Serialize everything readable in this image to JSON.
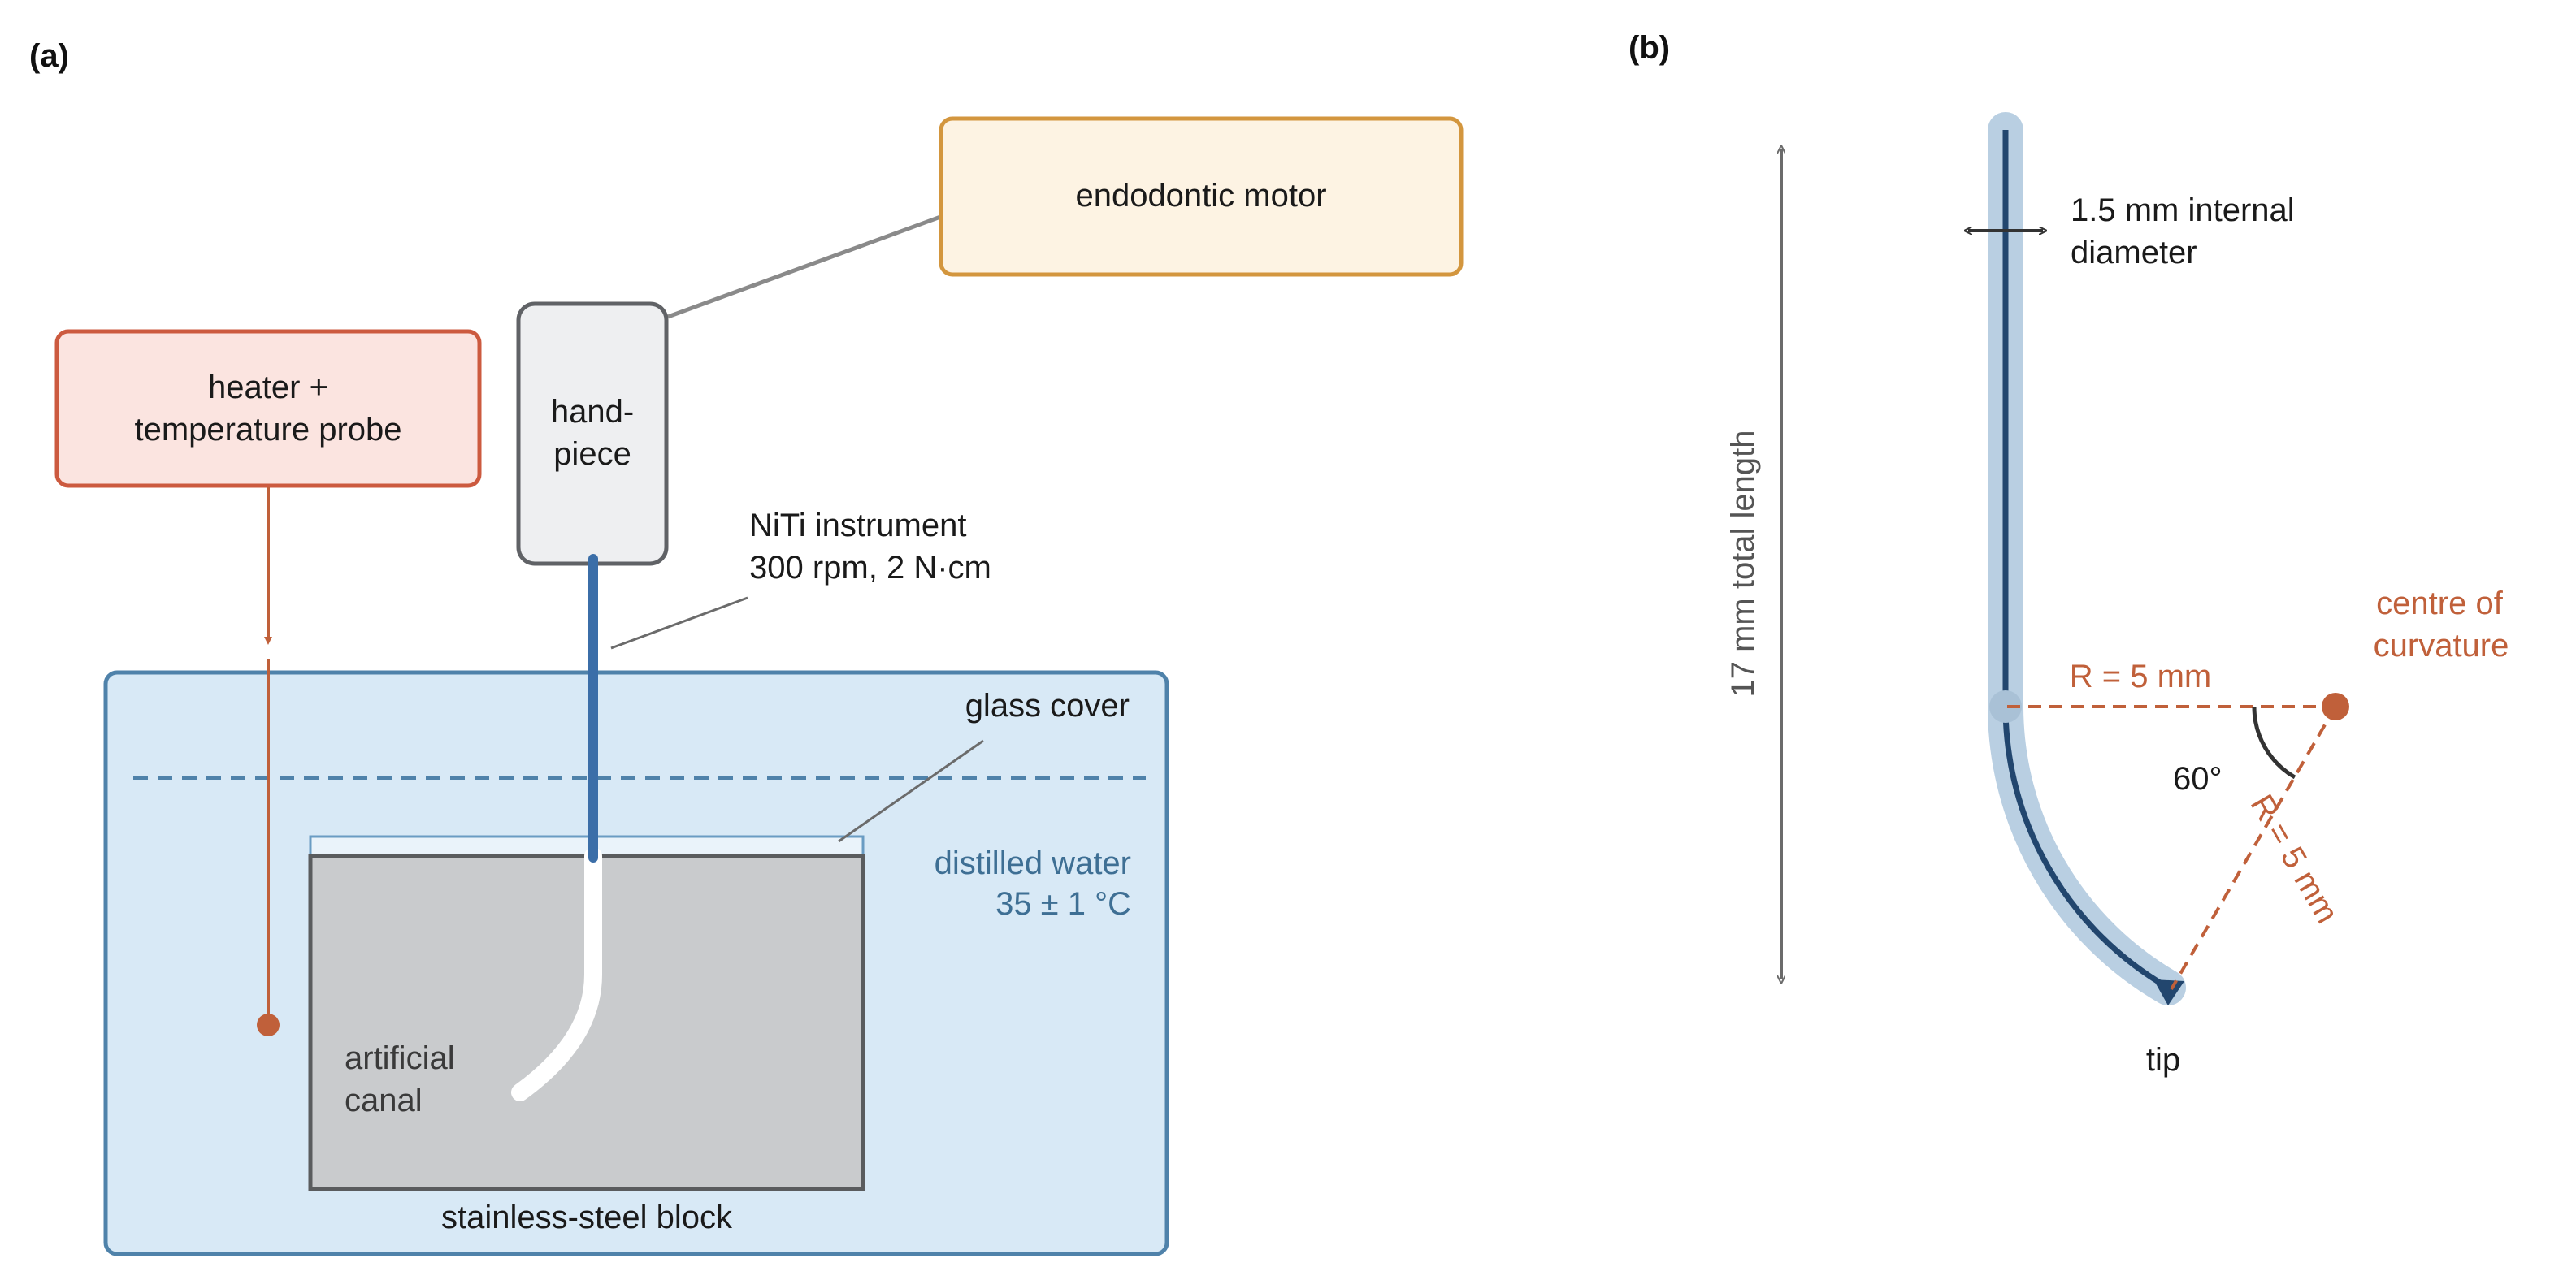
{
  "panel_a": {
    "label": "(a)",
    "motor_label": "endodontic motor",
    "heater_label_line1": "heater +",
    "heater_label_line2": "temperature probe",
    "handpiece_line1": "hand-",
    "handpiece_line2": "piece",
    "instrument_line1": "NiTi instrument",
    "instrument_line2": "300 rpm, 2 N·cm",
    "glass_cover_label": "glass cover",
    "water_line1": "distilled water",
    "water_line2": "35 ± 1 °C",
    "canal_line1": "artificial",
    "canal_line2": "canal",
    "block_label": "stainless-steel block"
  },
  "panel_b": {
    "label": "(b)",
    "length_label": "17 mm total length",
    "diameter_line1": "1.5 mm internal",
    "diameter_line2": "diameter",
    "radius_label_horizontal": "R = 5 mm",
    "radius_label_diagonal": "R = 5 mm",
    "angle_label": "60°",
    "centre_line1": "centre of",
    "centre_line2": "curvature",
    "tip_label": "tip"
  },
  "colors": {
    "motor_fill": "#fdf3e3",
    "motor_stroke": "#d3963e",
    "heater_fill": "#fbe4e0",
    "heater_stroke": "#cc5a3f",
    "handpiece_fill": "#eeeff1",
    "handpiece_stroke": "#606266",
    "water_fill": "#d8e9f6",
    "water_stroke": "#4f82aa",
    "block_fill": "#c9cbcd",
    "block_stroke": "#5a5c5e",
    "instrument": "#3b6ea8",
    "rust": "#c0603a",
    "canal_halo": "#b9cfe2",
    "canal_core": "#22466e",
    "dim_grey": "#6b6b6b"
  }
}
